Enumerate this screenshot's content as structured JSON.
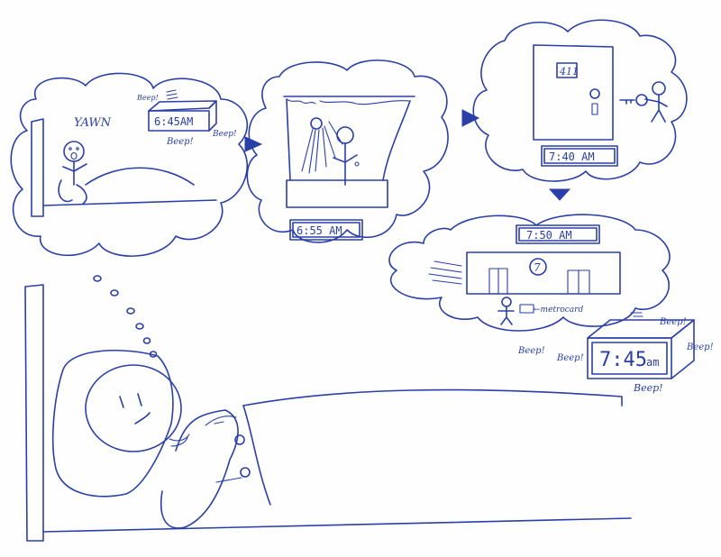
{
  "scene_1": {
    "yawn": "YAWN",
    "clock": "6:45AM",
    "beeps": [
      "Beep!",
      "Beep!",
      "Beep!"
    ]
  },
  "scene_2": {
    "clock": "6:55 AM"
  },
  "scene_3": {
    "door_number": "411",
    "clock": "7:40 AM"
  },
  "scene_4": {
    "clock": "7:50 AM",
    "train_number": "7",
    "metrocard_label": "←metrocard"
  },
  "real_clock": {
    "time": "7:45",
    "suffix": "am",
    "beeps": [
      "Beep!",
      "Beep!",
      "Beep!",
      "Beep!",
      "Beep!"
    ]
  },
  "colors": {
    "ink": "#2a3fa8",
    "paper": "#fefefe"
  }
}
